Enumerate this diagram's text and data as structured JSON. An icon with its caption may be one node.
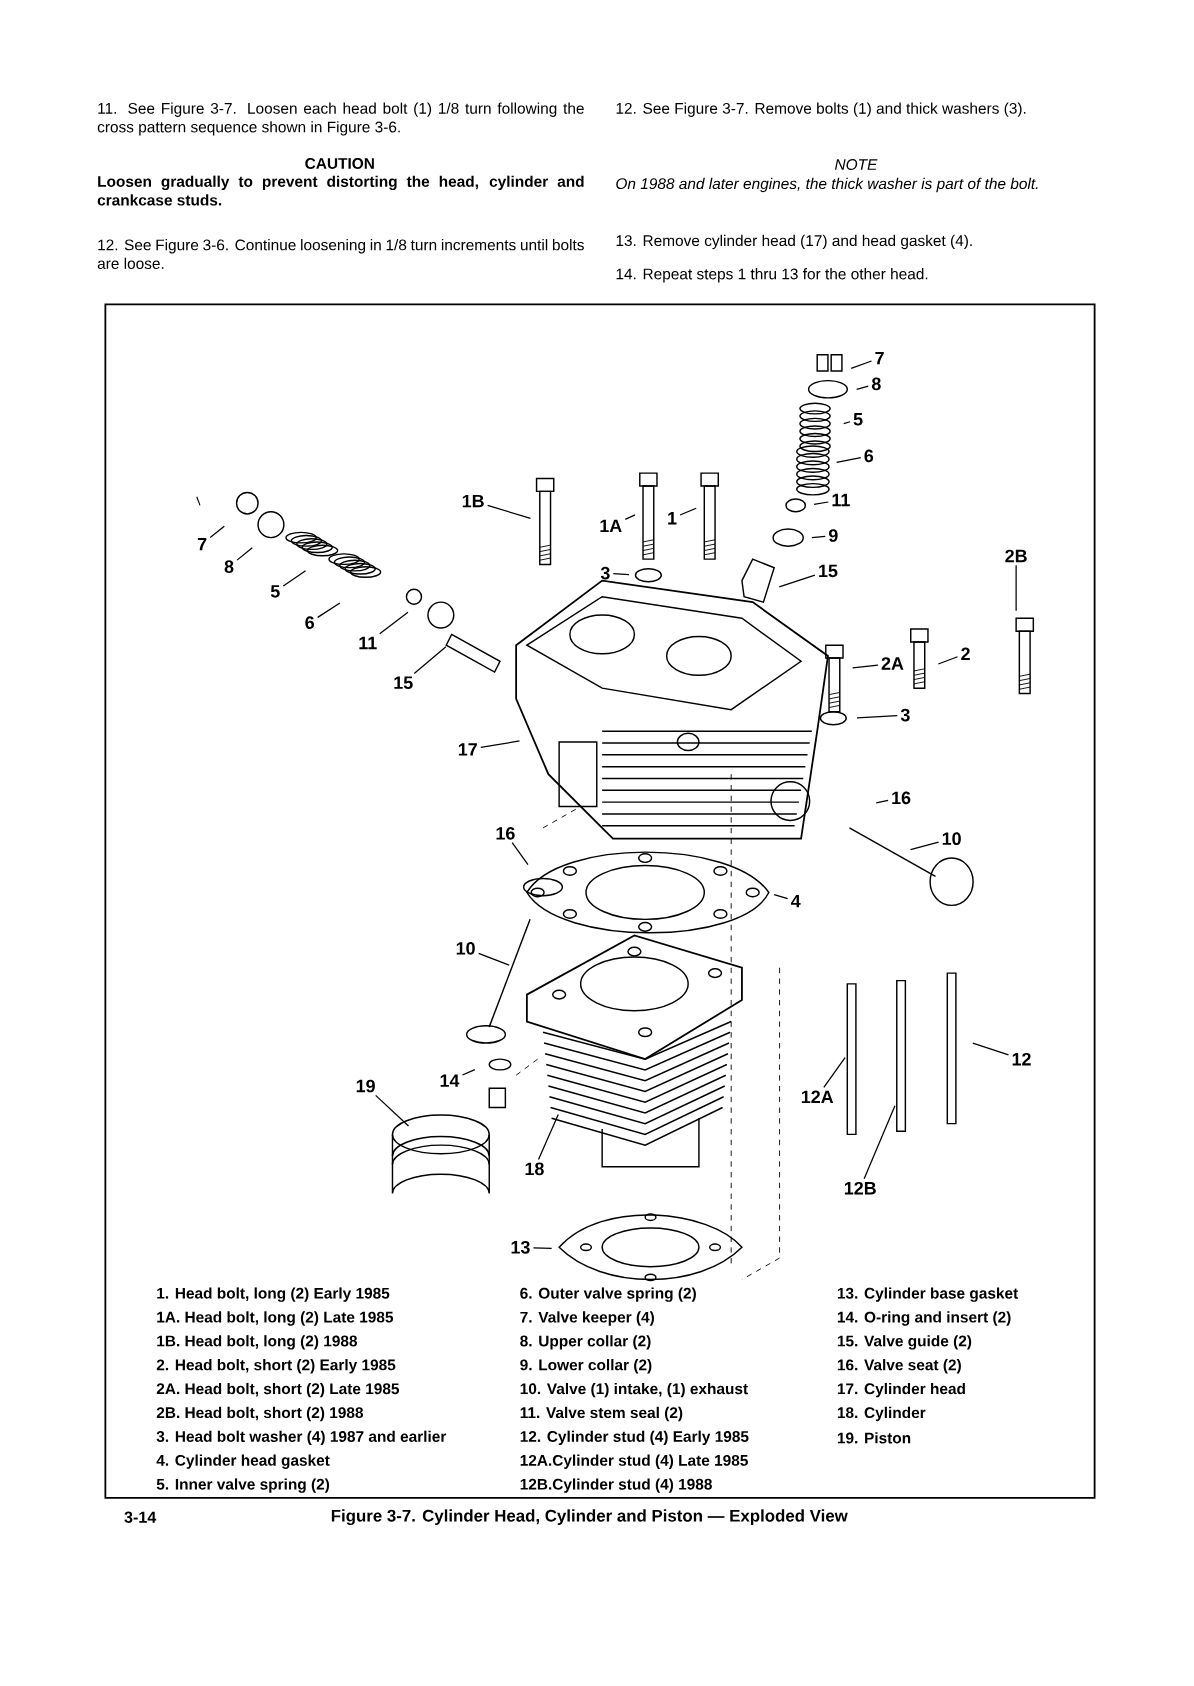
{
  "diagram": {
    "caption": "Figure 3-7. Cylinder Head, Cylinder and Piston — Exploded View",
    "nodes": [
      {
        "text": [
          "7"
        ]
      },
      {
        "text": [
          "8"
        ]
      },
      {
        "text": [
          "5"
        ]
      },
      {
        "text": [
          "6"
        ]
      },
      {
        "text": [
          "11"
        ]
      },
      {
        "text": [
          "1B"
        ]
      },
      {
        "text": [
          "1"
        ]
      },
      {
        "text": [
          "1A"
        ]
      },
      {
        "text": [
          "9"
        ]
      },
      {
        "text": [
          "7"
        ]
      },
      {
        "text": [
          "2B"
        ]
      },
      {
        "text": [
          "8"
        ]
      },
      {
        "text": [
          "15"
        ]
      },
      {
        "text": [
          "3"
        ]
      },
      {
        "text": [
          "5"
        ]
      },
      {
        "text": [
          "6"
        ]
      },
      {
        "text": [
          "11"
        ]
      },
      {
        "text": [
          "2"
        ]
      },
      {
        "text": [
          "2A"
        ]
      },
      {
        "text": [
          "15"
        ]
      },
      {
        "text": [
          "3"
        ]
      },
      {
        "text": [
          "17"
        ]
      },
      {
        "text": [
          "16"
        ]
      },
      {
        "text": [
          "16"
        ]
      },
      {
        "text": [
          "10"
        ]
      },
      {
        "text": [
          "4"
        ]
      },
      {
        "text": [
          "10"
        ]
      },
      {
        "text": [
          "12"
        ]
      },
      {
        "text": [
          "14"
        ]
      },
      {
        "text": [
          "19"
        ]
      },
      {
        "text": [
          "12A"
        ]
      },
      {
        "text": [
          "18"
        ]
      },
      {
        "text": [
          "12B"
        ]
      },
      {
        "text": [
          "13"
        ]
      }
    ],
    "edges": [
      {
        "from": 0,
        "to": null,
        "arrow": "none"
      },
      {
        "from": 1,
        "to": null,
        "arrow": "none"
      },
      {
        "from": 2,
        "to": null,
        "arrow": "none"
      },
      {
        "from": 3,
        "to": null,
        "arrow": "none"
      },
      {
        "from": 4,
        "to": null,
        "arrow": "none"
      },
      {
        "from": 5,
        "to": null,
        "arrow": "none"
      },
      {
        "from": 6,
        "to": null,
        "arrow": "none"
      },
      {
        "from": 7,
        "to": null,
        "arrow": "none"
      },
      {
        "from": 8,
        "to": null,
        "arrow": "none"
      },
      {
        "from": 9,
        "to": null,
        "arrow": "none"
      },
      {
        "from": 10,
        "to": null,
        "arrow": "none"
      },
      {
        "from": 11,
        "to": null,
        "arrow": "none"
      },
      {
        "from": 12,
        "to": null,
        "arrow": "none"
      },
      {
        "from": 13,
        "to": null,
        "arrow": "none"
      },
      {
        "from": 14,
        "to": null,
        "arrow": "none"
      },
      {
        "from": 15,
        "to": null,
        "arrow": "none"
      },
      {
        "from": 16,
        "to": null,
        "arrow": "none"
      },
      {
        "from": 17,
        "to": null,
        "arrow": "none"
      },
      {
        "from": 18,
        "to": null,
        "arrow": "none"
      },
      {
        "from": 19,
        "to": null,
        "arrow": "none"
      },
      {
        "from": 20,
        "to": null,
        "arrow": "none"
      },
      {
        "from": 21,
        "to": null,
        "arrow": "none"
      },
      {
        "from": 22,
        "to": null,
        "arrow": "none"
      },
      {
        "from": 23,
        "to": null,
        "arrow": "none"
      },
      {
        "from": 24,
        "to": null,
        "arrow": "none"
      },
      {
        "from": 25,
        "to": null,
        "arrow": "none"
      },
      {
        "from": 26,
        "to": null,
        "arrow": "none"
      },
      {
        "from": 27,
        "to": null,
        "arrow": "none"
      },
      {
        "from": 28,
        "to": null,
        "arrow": "none"
      },
      {
        "from": 29,
        "to": null,
        "arrow": "none"
      },
      {
        "from": 30,
        "to": null,
        "arrow": "none"
      },
      {
        "from": 31,
        "to": null,
        "arrow": "none"
      },
      {
        "from": 32,
        "to": null,
        "arrow": "none"
      },
      {
        "from": 33,
        "to": null,
        "arrow": "none"
      }
    ],
    "labels": [
      "11. See Figure 3-7. Loosen each head bolt (1) 1/8 turn following the cross pattern sequence shown in Figure 3-6.",
      "CAUTION",
      "Loosen gradually to prevent distorting the head, cylinder and crankcase studs.",
      "12. See Figure 3-6. Continue loosening in 1/8 turn increments until bolts are loose.",
      "12. See Figure 3-7. Remove bolts (1) and thick washers (3).",
      "NOTE",
      "On 1988 and later engines, the thick washer is part of the bolt.",
      "13. Remove cylinder head (17) and head gasket (4).",
      "14. Repeat steps 1 thru 13 for the other head.",
      "1. Head bolt, long (2) Early 1985",
      "1A. Head bolt, long (2) Late 1985",
      "1B. Head bolt, long (2) 1988",
      "2. Head bolt, short (2) Early 1985",
      "2A. Head bolt, short (2) Late 1985",
      "2B. Head bolt, short (2) 1988",
      "3. Head bolt washer (4) 1987 and earlier",
      "4. Cylinder head gasket",
      "5. Inner valve spring (2)",
      "6. Outer valve spring (2)",
      "7. Valve keeper (4)",
      "8. Upper collar (2)",
      "9. Lower collar (2)",
      "10. Valve (1) intake, (1) exhaust",
      "11. Valve stem seal (2)",
      "12. Cylinder stud (4) Early 1985",
      "12A.Cylinder stud (4) Late 1985",
      "12B.Cylinder stud (4) 1988",
      "13. Cylinder base gasket",
      "14. O-ring and insert (2)",
      "15. Valve guide (2)",
      "16. Valve seat (2)",
      "17. Cylinder head",
      "18. Cylinder",
      "19. Piston",
      "3-14"
    ]
  }
}
